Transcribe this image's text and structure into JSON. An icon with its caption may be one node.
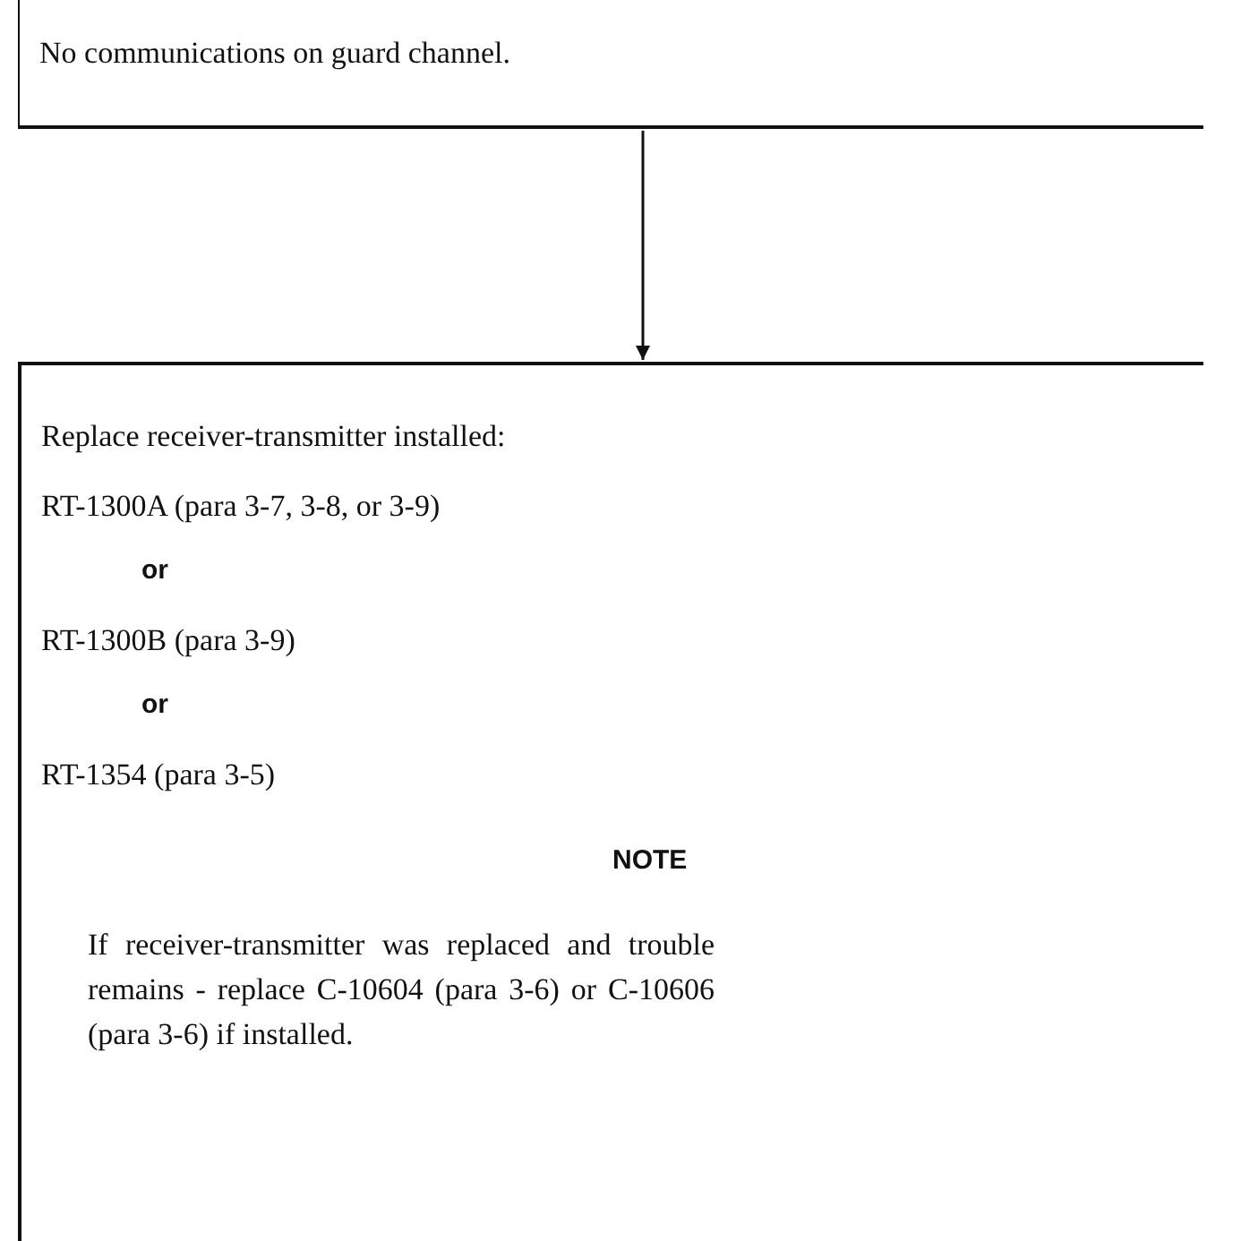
{
  "diagram": {
    "nodes": [
      {
        "text": [
          "No communications on guard channel."
        ]
      },
      {
        "text": [
          "Replace receiver-transmitter installed:",
          "RT-1300A (para 3-7, 3-8, or 3-9)",
          "or",
          "RT-1300B (para 3-9)",
          "or",
          "RT-1354 (para 3-5)",
          "NOTE",
          "If receiver-transmitter was replaced and trouble remains - replace C-10604 (para 3-6) or C-10606 (para 3-6) if installed."
        ]
      }
    ],
    "edges": [
      {
        "from": 0,
        "to": 1,
        "arrow": "to"
      }
    ]
  }
}
